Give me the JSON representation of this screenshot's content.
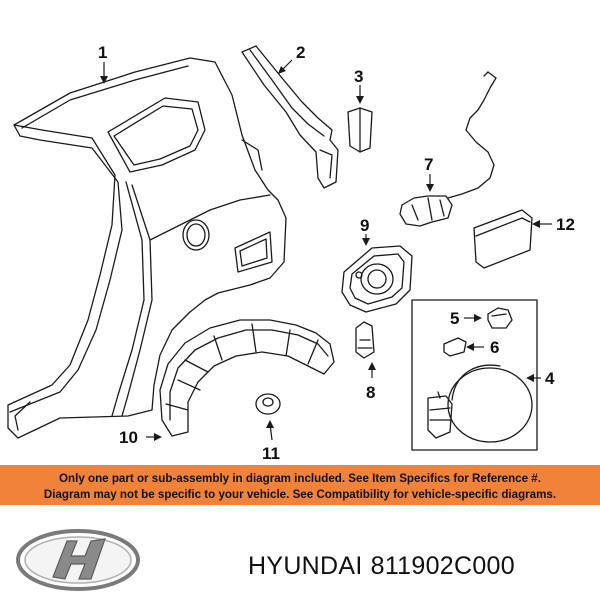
{
  "diagram": {
    "callouts": [
      "1",
      "2",
      "3",
      "4",
      "5",
      "6",
      "7",
      "8",
      "9",
      "10",
      "11",
      "12"
    ]
  },
  "notice": {
    "line1": "Only one part or sub-assembly in diagram included. See Item Specifics for Reference #.",
    "line2": "Diagram may not be specific to your vehicle. See Compatibility for vehicle-specific diagrams.",
    "background": "#f0823a"
  },
  "caption": {
    "brand": "HYUNDAI",
    "part_number": "811902C000"
  },
  "colors": {
    "line": "#1a1a1a",
    "text": "#111111"
  }
}
